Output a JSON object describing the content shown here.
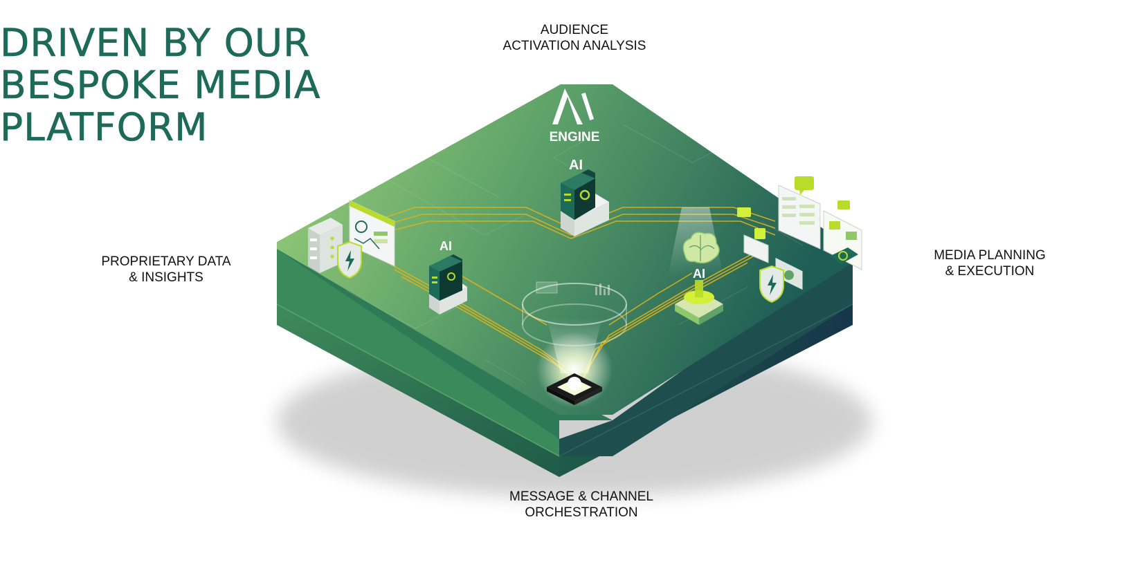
{
  "colors": {
    "headline": "#1d6a58",
    "platform_light": "#8fc86a",
    "platform_dark": "#1f5e55",
    "platform_side": "#255f4f",
    "circuit": "#e0b318",
    "accent_lime": "#b9dc2a",
    "label_text": "#111111"
  },
  "headline": {
    "lines": [
      "DRIVEN BY OUR",
      "BESPOKE MEDIA",
      "PLATFORM"
    ]
  },
  "logo": {
    "mark": "AI",
    "label": "ENGINE"
  },
  "nodes": [
    {
      "name": "top-node",
      "chip_label": "AI"
    },
    {
      "name": "left-node",
      "chip_label": "AI"
    },
    {
      "name": "right-node",
      "chip_label": "AI"
    }
  ],
  "labels": {
    "top": [
      "AUDIENCE",
      "ACTIVATION ANALYSIS"
    ],
    "left": [
      "PROPRIETARY DATA",
      "& INSIGHTS"
    ],
    "right": [
      "MEDIA PLANNING",
      "& EXECUTION"
    ],
    "bottom": [
      "MESSAGE & CHANNEL",
      "ORCHESTRATION"
    ]
  },
  "icons": [
    "server-rack-icon",
    "security-shield-icon",
    "dashboard-screen-icon",
    "brain-icon",
    "central-chip-icon",
    "hologram-ring-icon",
    "media-screens-icon",
    "chat-bubble-icon",
    "email-badge-icon"
  ]
}
